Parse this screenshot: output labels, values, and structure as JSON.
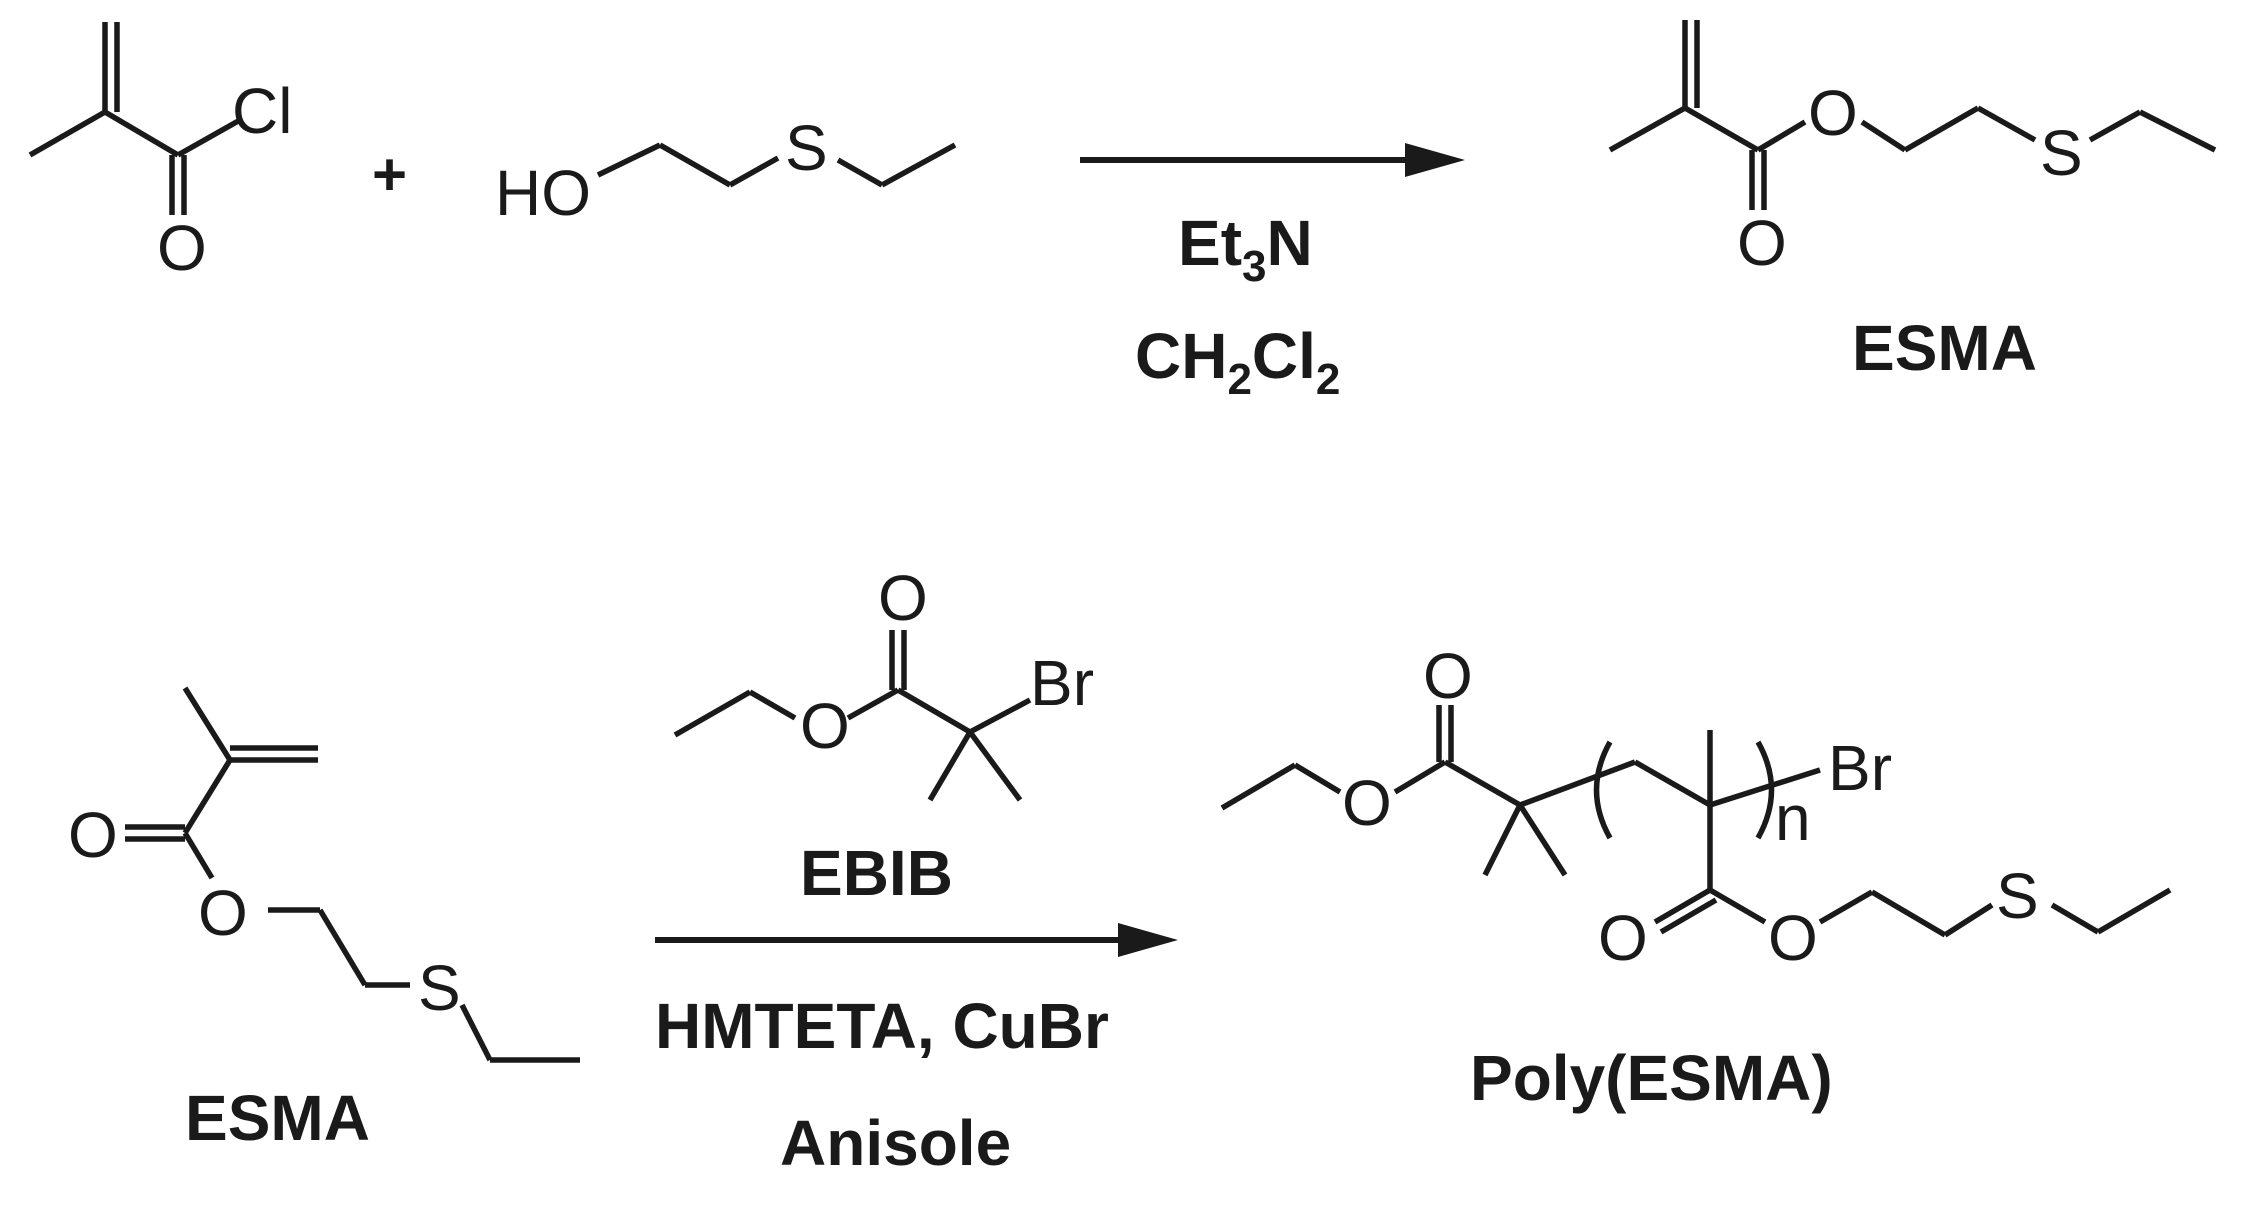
{
  "reaction1": {
    "reactant1": {
      "cl": "Cl",
      "o": "O"
    },
    "plus": "+",
    "reactant2": {
      "ho": "HO",
      "s": "S"
    },
    "conditions": {
      "line1_main": "Et",
      "line1_sub": "3",
      "line1_tail": "N",
      "line2_a": "CH",
      "line2_sub1": "2",
      "line2_b": "Cl",
      "line2_sub2": "2"
    },
    "product": {
      "o_ester": "O",
      "o_carbonyl": "O",
      "s": "S",
      "name": "ESMA"
    }
  },
  "reaction2": {
    "monomer": {
      "o_carbonyl": "O",
      "o_ester": "O",
      "s": "S",
      "name": "ESMA"
    },
    "initiator": {
      "o_carbonyl": "O",
      "o_ester": "O",
      "br": "Br",
      "name": "EBIB"
    },
    "conditions": {
      "line1": "HMTETA, CuBr",
      "line2": "Anisole"
    },
    "polymer": {
      "o_top": "O",
      "o_ester_left": "O",
      "br": "Br",
      "n": "n",
      "o_carbonyl": "O",
      "o_ester": "O",
      "s": "S",
      "name": "Poly(ESMA)"
    }
  }
}
